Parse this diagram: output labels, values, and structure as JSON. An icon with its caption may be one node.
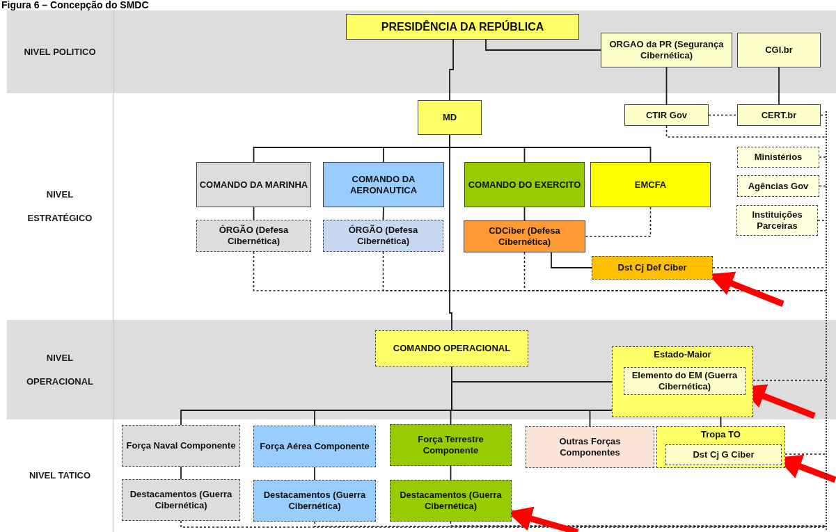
{
  "diagram": {
    "title": "Figura 6 – Concepção do SMDC",
    "nodes": [
      {
        "text": [
          "NIVEL POLITICO"
        ]
      },
      {
        "text": [
          "PRESIDÊNCIA DA REPÚBLICA"
        ],
        "in": 0
      },
      {
        "text": [
          "ORGAO da PR (Segurança Cibernética)"
        ],
        "in": 0
      },
      {
        "text": [
          "CGI.br"
        ],
        "in": 0
      },
      {
        "text": [
          "NIVEL ESTRATÉGICO"
        ]
      },
      {
        "text": [
          "MD"
        ],
        "in": 4
      },
      {
        "text": [
          "CTIR Gov"
        ],
        "in": 4
      },
      {
        "text": [
          "CERT.br"
        ],
        "in": 4
      },
      {
        "text": [
          "COMANDO DA MARINHA"
        ],
        "in": 4
      },
      {
        "text": [
          "COMANDO DA AERONAUTICA"
        ],
        "in": 4
      },
      {
        "text": [
          "COMANDO DO EXERCITO"
        ],
        "in": 4
      },
      {
        "text": [
          "EMCFA"
        ],
        "in": 4
      },
      {
        "text": [
          "Ministérios"
        ],
        "in": 4
      },
      {
        "text": [
          "Agências Gov"
        ],
        "in": 4
      },
      {
        "text": [
          "Instituições Parceiras"
        ],
        "in": 4
      },
      {
        "text": [
          "ÓRGÃO (Defesa Cibernética)"
        ],
        "in": 4
      },
      {
        "text": [
          "ÓRGÃO (Defesa Cibernética)"
        ],
        "in": 4
      },
      {
        "text": [
          "CDCiber (Defesa Cibernética)"
        ],
        "in": 4
      },
      {
        "text": [
          "Dst Cj Def Ciber"
        ],
        "in": 4
      },
      {
        "text": [
          "NIVEL OPERACIONAL"
        ]
      },
      {
        "text": [
          "COMANDO OPERACIONAL"
        ],
        "in": 19
      },
      {
        "text": [
          "Estado-Maior"
        ],
        "in": 19
      },
      {
        "text": [
          "Elemento do EM (Guerra Cibernética)"
        ],
        "in": 21
      },
      {
        "text": [
          "NIVEL TATICO"
        ]
      },
      {
        "text": [
          "Força Naval Componente"
        ],
        "in": 23
      },
      {
        "text": [
          "Força Aérea Componente"
        ],
        "in": 23
      },
      {
        "text": [
          "Força Terrestre Componente"
        ],
        "in": 23
      },
      {
        "text": [
          "Outras Forças Componentes"
        ],
        "in": 23
      },
      {
        "text": [
          "Tropa TO"
        ],
        "in": 23
      },
      {
        "text": [
          "Dst Cj G Ciber"
        ],
        "in": 28
      },
      {
        "text": [
          "Destacamentos (Guerra Cibernética)"
        ],
        "in": 23
      },
      {
        "text": [
          "Destacamentos (Guerra Cibernética)"
        ],
        "in": 23
      },
      {
        "text": [
          "Destacamentos (Guerra Cibernética)"
        ],
        "in": 23
      },
      {
        "text": [],
        "shape": "bar"
      }
    ],
    "edges": [
      {
        "from": 1,
        "to": 2,
        "arrow": "none"
      },
      {
        "from": 1,
        "to": 5,
        "arrow": "none"
      },
      {
        "from": 2,
        "to": 6,
        "arrow": "none"
      },
      {
        "from": 3,
        "to": 7,
        "arrow": "none"
      },
      {
        "from": 6,
        "to": 7,
        "arrow": "none",
        "style": "dashed"
      },
      {
        "from": 5,
        "to": 8,
        "arrow": "none"
      },
      {
        "from": 5,
        "to": 9,
        "arrow": "none"
      },
      {
        "from": 5,
        "to": 10,
        "arrow": "none"
      },
      {
        "from": 5,
        "to": 11,
        "arrow": "none"
      },
      {
        "from": 8,
        "to": 15,
        "arrow": "none"
      },
      {
        "from": 9,
        "to": 16,
        "arrow": "none"
      },
      {
        "from": 10,
        "to": 17,
        "arrow": "none"
      },
      {
        "from": 11,
        "to": 17,
        "arrow": "none",
        "style": "dashed"
      },
      {
        "from": 17,
        "to": 18,
        "arrow": "none"
      },
      {
        "from": 6,
        "to": 33,
        "arrow": "none",
        "style": "dashed"
      },
      {
        "from": 7,
        "to": 33,
        "arrow": "none",
        "style": "dashed"
      },
      {
        "from": 12,
        "to": 33,
        "arrow": "none",
        "style": "dashed"
      },
      {
        "from": 13,
        "to": 33,
        "arrow": "none",
        "style": "dashed"
      },
      {
        "from": 14,
        "to": 33,
        "arrow": "none",
        "style": "dashed"
      },
      {
        "from": 15,
        "to": 33,
        "arrow": "none",
        "style": "dashed"
      },
      {
        "from": 16,
        "to": 33,
        "arrow": "none",
        "style": "dashed"
      },
      {
        "from": 17,
        "to": 33,
        "arrow": "none",
        "style": "dashed"
      },
      {
        "from": 18,
        "to": 33,
        "arrow": "none",
        "style": "dashed"
      },
      {
        "from": 22,
        "to": 33,
        "arrow": "none",
        "style": "dashed"
      },
      {
        "from": 29,
        "to": 33,
        "arrow": "none",
        "style": "dashed"
      },
      {
        "from": 30,
        "to": 33,
        "arrow": "none",
        "style": "dashed"
      },
      {
        "from": 31,
        "to": 33,
        "arrow": "none",
        "style": "dashed"
      },
      {
        "from": 32,
        "to": 33,
        "arrow": "none",
        "style": "dashed"
      },
      {
        "from": 5,
        "to": 20,
        "arrow": "none"
      },
      {
        "from": 20,
        "to": 21,
        "arrow": "none"
      },
      {
        "from": 20,
        "to": 24,
        "arrow": "none"
      },
      {
        "from": 20,
        "to": 25,
        "arrow": "none"
      },
      {
        "from": 20,
        "to": 26,
        "arrow": "none"
      },
      {
        "from": 20,
        "to": 27,
        "arrow": "none"
      },
      {
        "from": 20,
        "to": 28,
        "arrow": "none"
      },
      {
        "from": 24,
        "to": 30,
        "arrow": "none"
      },
      {
        "from": 25,
        "to": 31,
        "arrow": "none"
      },
      {
        "from": 26,
        "to": 32,
        "arrow": "none"
      },
      {
        "from": null,
        "to": 18,
        "arrow": "to",
        "style": "thick",
        "color": "#ff0000"
      },
      {
        "from": null,
        "to": 22,
        "arrow": "to",
        "style": "thick",
        "color": "#ff0000"
      },
      {
        "from": null,
        "to": 29,
        "arrow": "to",
        "style": "thick",
        "color": "#ff0000"
      },
      {
        "from": null,
        "to": 32,
        "arrow": "to",
        "style": "thick",
        "color": "#ff0000"
      }
    ]
  }
}
